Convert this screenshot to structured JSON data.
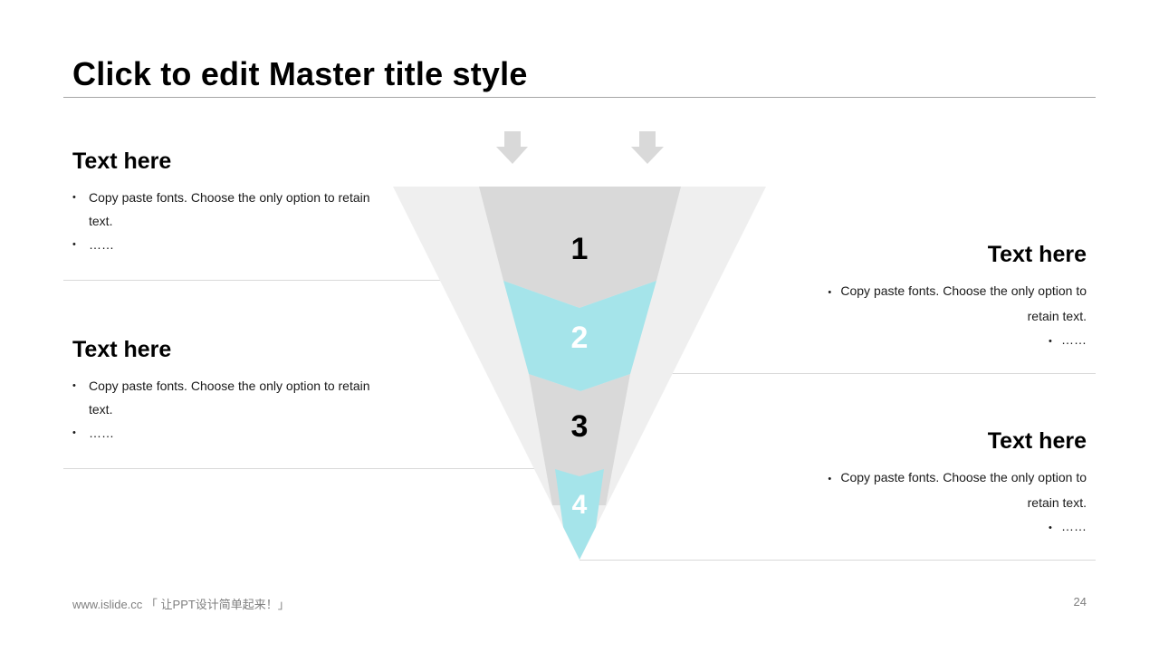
{
  "slide": {
    "title": "Click to edit Master title style",
    "footer": "www.islide.cc 「 让PPT设计简单起来！」",
    "page_number": "24"
  },
  "blocks": [
    {
      "heading": "Text here",
      "bullet1": "Copy paste fonts. Choose the only option to retain text.",
      "bullet2": "……"
    },
    {
      "heading": "Text here",
      "bullet1": "Copy paste fonts. Choose the only option to",
      "bullet1b": "retain text.",
      "bullet2": "……"
    },
    {
      "heading": "Text here",
      "bullet1": "Copy paste fonts. Choose the only option to retain text.",
      "bullet2": "……"
    },
    {
      "heading": "Text here",
      "bullet1": "Copy paste fonts. Choose the only option to",
      "bullet1b": "retain text.",
      "bullet2": "……"
    }
  ],
  "funnel": {
    "stages": [
      {
        "label": "1",
        "fill": "#d9d9d9",
        "text_color": "#000000"
      },
      {
        "label": "2",
        "fill": "#a5e4ea",
        "text_color": "#ffffff"
      },
      {
        "label": "3",
        "fill": "#d9d9d9",
        "text_color": "#000000"
      },
      {
        "label": "4",
        "fill": "#a5e4ea",
        "text_color": "#ffffff"
      }
    ],
    "outer_fill": "#efefef",
    "arrow_fill": "#d9d9d9",
    "icons": [
      "arrow-down-icon",
      "arrow-down-icon"
    ]
  }
}
